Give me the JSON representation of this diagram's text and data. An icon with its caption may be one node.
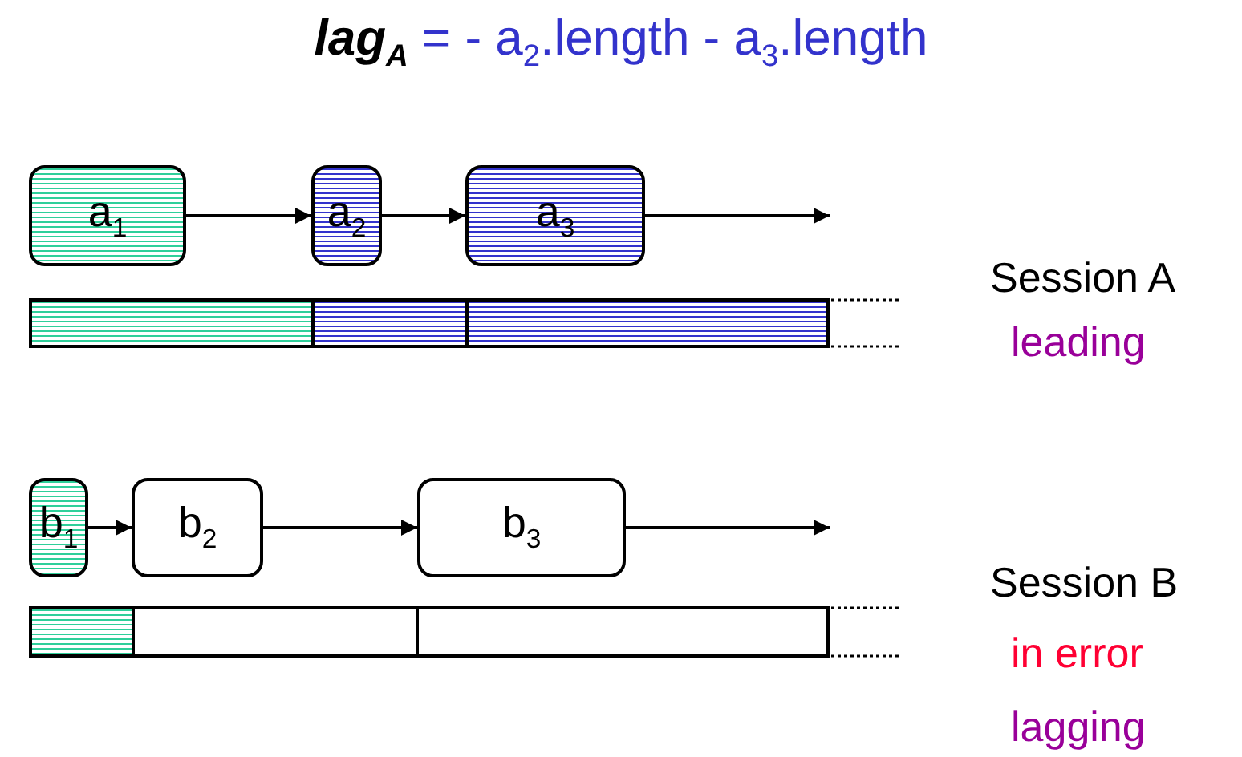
{
  "diagram": {
    "title": "**lag**$_{A}$ = - a$_{2}$.length - a$_{3}$.length",
    "nodes": [
      {
        "text": [
          "a$_{1}$"
        ]
      },
      {
        "text": [
          "a$_{2}$"
        ]
      },
      {
        "text": [
          "a$_{3}$"
        ]
      },
      {
        "text": [],
        "shape": "bar"
      },
      {
        "text": [],
        "shape": "bar"
      },
      {
        "text": [],
        "shape": "bar"
      },
      {
        "text": [
          "b$_{1}$"
        ]
      },
      {
        "text": [
          "b$_{2}$"
        ]
      },
      {
        "text": [
          "b$_{3}$"
        ]
      },
      {
        "text": [],
        "shape": "bar"
      },
      {
        "text": [],
        "shape": "bar"
      },
      {
        "text": [],
        "shape": "bar"
      }
    ],
    "edges": [
      {
        "from": 0,
        "to": 1,
        "arrow": "to"
      },
      {
        "from": 1,
        "to": 2,
        "arrow": "to"
      },
      {
        "from": 2,
        "to": null,
        "arrow": "to"
      },
      {
        "from": 6,
        "to": 7,
        "arrow": "to"
      },
      {
        "from": 7,
        "to": 8,
        "arrow": "to"
      },
      {
        "from": 8,
        "to": null,
        "arrow": "to"
      }
    ],
    "labels": [
      "Session A",
      "leading",
      "Session B",
      "in error",
      "lagging"
    ]
  }
}
